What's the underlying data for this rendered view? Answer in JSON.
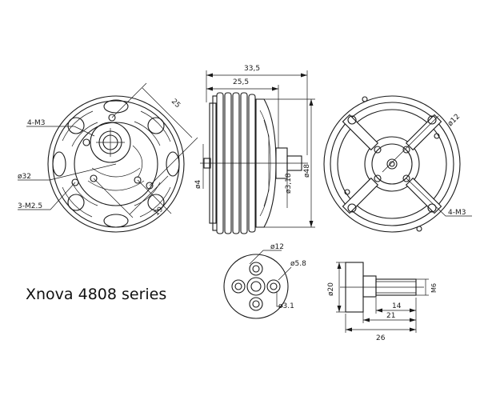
{
  "title": "Xnova 4808 series",
  "front_view": {
    "thread_holes": "4-M3",
    "diameter": "ø32",
    "small_holes": "3-M2.5",
    "dim_25": "25",
    "dim_19": "19"
  },
  "side_view": {
    "overall_length": "33,5",
    "body_length": "25,5",
    "shaft_diameter": "ø4",
    "bearing_diameter": "ø3,18",
    "outer_diameter": "ø48"
  },
  "back_view": {
    "center_diameter": "ø12",
    "thread_holes": "4-M3"
  },
  "prop_adapter_front": {
    "diameter_12": "ø12",
    "diameter_5_8": "ø5.8",
    "diameter_3_1": "ø3.1"
  },
  "prop_adapter_side": {
    "base_diameter": "ø20",
    "thread": "M6",
    "len_14": "14",
    "len_21": "21",
    "len_26": "26"
  }
}
